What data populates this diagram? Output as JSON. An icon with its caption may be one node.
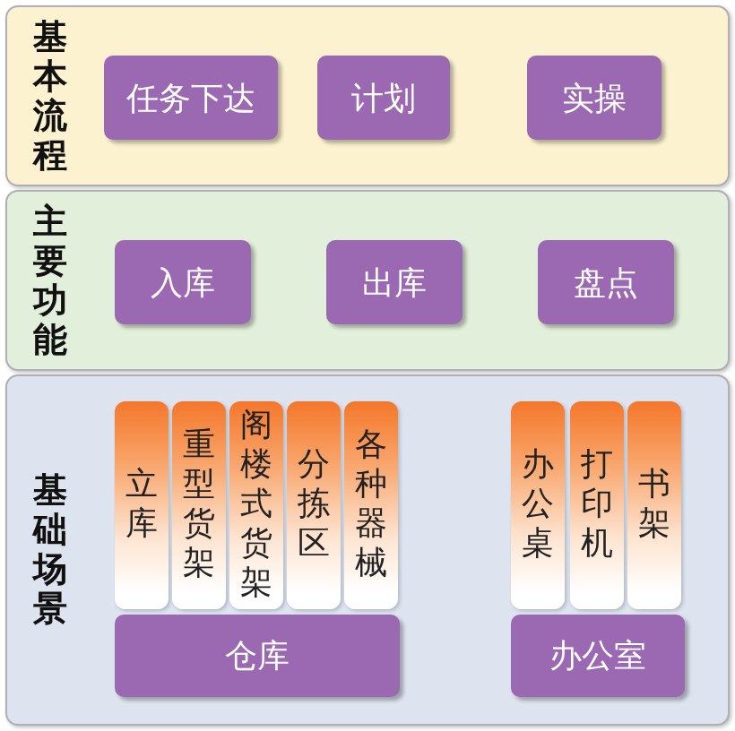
{
  "diagram": {
    "nodes": [
      {
        "text": [
          "基本流程"
        ]
      },
      {
        "text": [
          "任务下达"
        ],
        "in": 0
      },
      {
        "text": [
          "计划"
        ],
        "in": 0
      },
      {
        "text": [
          "实操"
        ],
        "in": 0
      },
      {
        "text": [
          "主要功能"
        ]
      },
      {
        "text": [
          "入库"
        ],
        "in": 4
      },
      {
        "text": [
          "出库"
        ],
        "in": 4
      },
      {
        "text": [
          "盘点"
        ],
        "in": 4
      },
      {
        "text": [
          "基础场景"
        ]
      },
      {
        "text": [
          "立库"
        ],
        "in": 8
      },
      {
        "text": [
          "重型货架"
        ],
        "in": 8
      },
      {
        "text": [
          "阁楼式货架"
        ],
        "in": 8
      },
      {
        "text": [
          "分拣区"
        ],
        "in": 8
      },
      {
        "text": [
          "各种器械"
        ],
        "in": 8
      },
      {
        "text": [
          "办公桌"
        ],
        "in": 8
      },
      {
        "text": [
          "打印机"
        ],
        "in": 8
      },
      {
        "text": [
          "书架"
        ],
        "in": 8
      },
      {
        "text": [
          "仓库"
        ],
        "in": 8
      },
      {
        "text": [
          "办公室"
        ],
        "in": 8
      }
    ]
  }
}
